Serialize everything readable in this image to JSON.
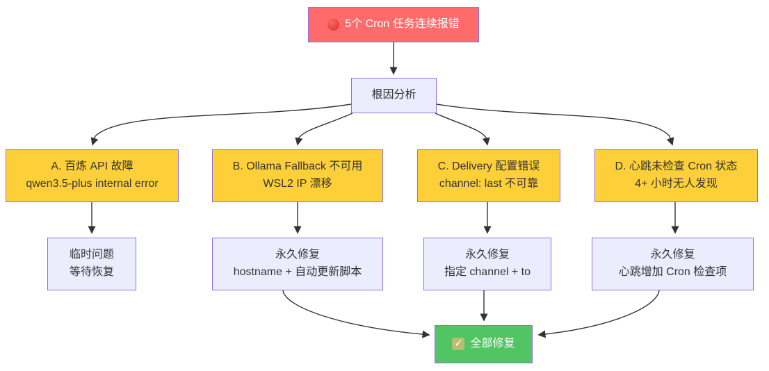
{
  "diagram": {
    "type": "flowchart",
    "nodes": {
      "error": {
        "icon": "red-circle",
        "label": "5个 Cron 任务连续报错"
      },
      "root": {
        "label": "根因分析"
      },
      "cause_a": {
        "line1": "A. 百炼 API 故障",
        "line2": "qwen3.5-plus internal error"
      },
      "cause_b": {
        "line1": "B. Ollama Fallback 不可用",
        "line2": "WSL2 IP 漂移"
      },
      "cause_c": {
        "line1": "C. Delivery 配置错误",
        "line2": "channel: last 不可靠"
      },
      "cause_d": {
        "line1": "D. 心跳未检查 Cron 状态",
        "line2": "4+ 小时无人发现"
      },
      "fix_a": {
        "line1": "临时问题",
        "line2": "等待恢复"
      },
      "fix_b": {
        "line1": "永久修复",
        "line2": "hostname + 自动更新脚本"
      },
      "fix_c": {
        "line1": "永久修复",
        "line2": "指定 channel + to"
      },
      "fix_d": {
        "line1": "永久修复",
        "line2": "心跳增加 Cron 检查项"
      },
      "done": {
        "icon": "check-mark",
        "icon_glyph": "✓",
        "label": "全部修复"
      }
    },
    "edges": [
      {
        "from": "error",
        "to": "root"
      },
      {
        "from": "root",
        "to": "cause_a"
      },
      {
        "from": "root",
        "to": "cause_b"
      },
      {
        "from": "root",
        "to": "cause_c"
      },
      {
        "from": "root",
        "to": "cause_d"
      },
      {
        "from": "cause_a",
        "to": "fix_a"
      },
      {
        "from": "cause_b",
        "to": "fix_b"
      },
      {
        "from": "cause_c",
        "to": "fix_c"
      },
      {
        "from": "cause_d",
        "to": "fix_d"
      },
      {
        "from": "fix_b",
        "to": "done"
      },
      {
        "from": "fix_c",
        "to": "done"
      },
      {
        "from": "fix_d",
        "to": "done"
      }
    ],
    "colors": {
      "error_fill": "#FF6B6B",
      "node_fill": "#ECECFF",
      "cause_fill": "#FDD03A",
      "done_fill": "#51C463",
      "border": "#9370DB",
      "edge": "#333333",
      "text_dark": "#333333",
      "text_light": "#FFFFFF"
    }
  }
}
